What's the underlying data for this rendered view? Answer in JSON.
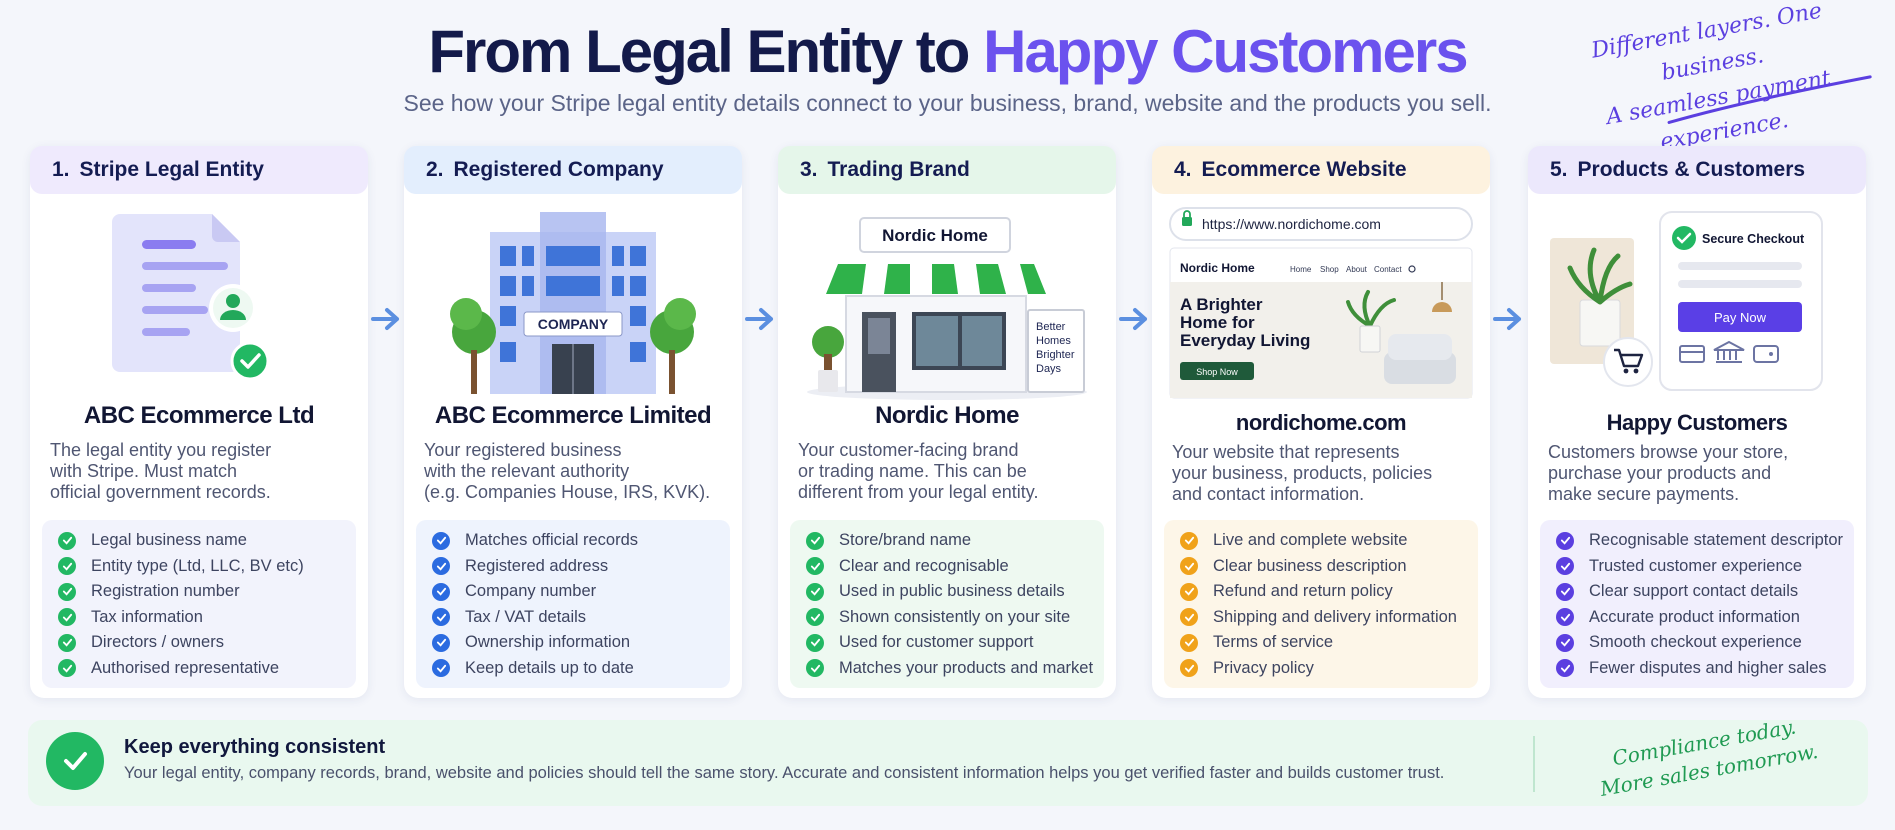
{
  "header": {
    "title_main": "From Legal Entity to ",
    "title_accent": "Happy Customers",
    "subtitle": "See how your Stripe legal entity details connect to your business, brand, website and the products you sell.",
    "tagline_1": "Different layers. One business.",
    "tagline_2": "A seamless payment experience."
  },
  "cards": [
    {
      "num": "1.",
      "title": "Stripe Legal Entity",
      "name": "ABC Ecommerce Ltd",
      "desc_lines": [
        "The legal entity you register",
        "with Stripe. Must match",
        "official government records."
      ],
      "items": [
        "Legal business name",
        "Entity type (Ltd, LLC, BV etc)",
        "Registration number",
        "Tax information",
        "Directors / owners",
        "Authorised representative"
      ]
    },
    {
      "num": "2.",
      "title": "Registered Company",
      "name": "ABC Ecommerce Limited",
      "building_sign": "COMPANY",
      "desc_lines": [
        "Your registered business",
        "with the relevant authority",
        "(e.g. Companies House, IRS, KVK)."
      ],
      "items": [
        "Matches official records",
        "Registered address",
        "Company number",
        "Tax / VAT details",
        "Ownership information",
        "Keep details up to date"
      ]
    },
    {
      "num": "3.",
      "title": "Trading Brand",
      "name": "Nordic Home",
      "store_sign": "Nordic Home",
      "store_board": [
        "Better",
        "Homes",
        "Brighter",
        "Days"
      ],
      "desc_lines": [
        "Your customer-facing brand",
        "or trading name. This can be",
        "different from your legal entity."
      ],
      "items": [
        "Store/brand name",
        "Clear and recognisable",
        "Used in public business details",
        "Shown consistently on your site",
        "Used for customer support",
        "Matches your products and market"
      ]
    },
    {
      "num": "4.",
      "title": "Ecommerce Website",
      "name": "nordichome.com",
      "url": "https://www.nordichome.com",
      "site_logo": "Nordic Home",
      "site_nav": [
        "Home",
        "Shop",
        "About",
        "Contact"
      ],
      "hero_lines": [
        "A Brighter",
        "Home for",
        "Everyday Living"
      ],
      "hero_button": "Shop Now",
      "desc_lines": [
        "Your website that represents",
        "your business, products, policies",
        "and contact information."
      ],
      "items": [
        "Live and complete website",
        "Clear business description",
        "Refund and return policy",
        "Shipping and delivery information",
        "Terms of service",
        "Privacy policy"
      ]
    },
    {
      "num": "5.",
      "title": "Products & Customers",
      "name": "Happy Customers",
      "checkout_title": "Secure Checkout",
      "pay_button": "Pay Now",
      "desc_lines": [
        "Customers browse your store,",
        "purchase your products and",
        "make secure payments."
      ],
      "items": [
        "Recognisable statement descriptor",
        "Trusted customer experience",
        "Clear support contact details",
        "Accurate product information",
        "Smooth checkout experience",
        "Fewer disputes and higher sales"
      ]
    }
  ],
  "footer": {
    "title": "Keep everything consistent",
    "text": "Your legal entity, company records, brand, website and policies should tell the same story. Accurate and consistent information helps you get verified faster and builds customer trust.",
    "tagline_1": "Compliance today.",
    "tagline_2": "More sales tomorrow."
  },
  "colors": {
    "purple": "#6b52ee",
    "blue": "#2b6be0",
    "green": "#22b863",
    "orange": "#f0a21a",
    "violet": "#5b3fe0",
    "arrow": "#5b8fe0"
  }
}
